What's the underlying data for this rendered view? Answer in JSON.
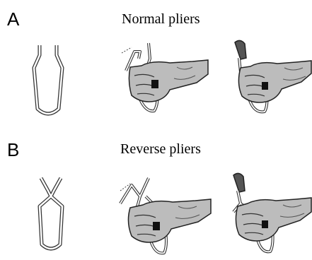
{
  "panels": [
    {
      "letter": "A",
      "title": "Normal pliers"
    },
    {
      "letter": "B",
      "title": "Reverse pliers"
    }
  ]
}
